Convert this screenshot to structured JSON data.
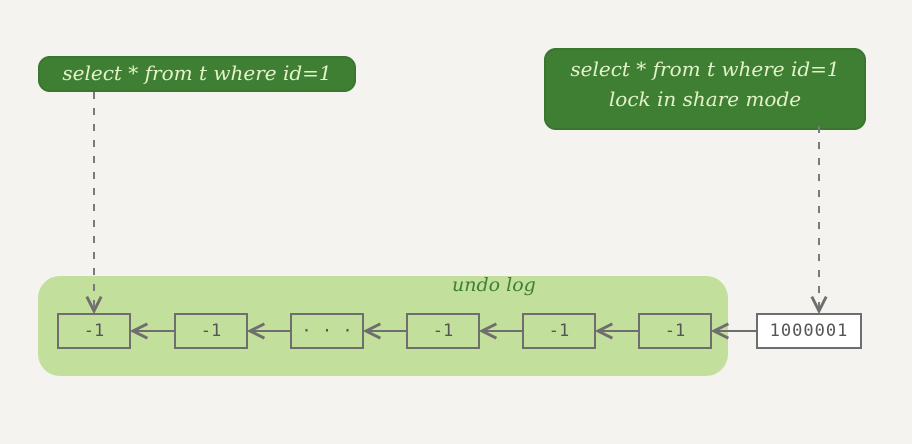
{
  "queries": {
    "left": {
      "line1": "select * from t where id=1"
    },
    "right": {
      "line1": "select * from t where id=1",
      "line2": "lock in share mode"
    }
  },
  "undo_log": {
    "label": "undo log",
    "versions": [
      "-1",
      "-1",
      "· · ·",
      "-1",
      "-1",
      "-1"
    ],
    "current": "1000001"
  }
}
